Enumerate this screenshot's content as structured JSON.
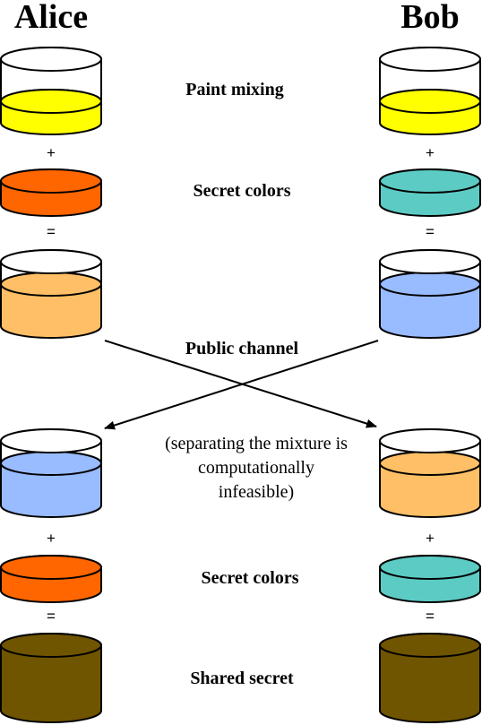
{
  "alice": "Alice",
  "bob": "Bob",
  "labels": {
    "paint_mixing": "Paint mixing",
    "secret_colors_1": "Secret colors",
    "public_channel": "Public channel",
    "note_line1": "(separating the mixture is",
    "note_line2": "computationally",
    "note_line3": "infeasible)",
    "secret_colors_2": "Secret colors",
    "shared_secret": "Shared secret"
  },
  "operators": {
    "plus": "+",
    "equals": "="
  },
  "colors": {
    "common_paint": "#ffff00",
    "alice_secret": "#ff6600",
    "bob_secret": "#5ccbc4",
    "alice_mixture": "#ffbf66",
    "bob_mixture": "#99bbff",
    "shared_secret": "#705500"
  }
}
